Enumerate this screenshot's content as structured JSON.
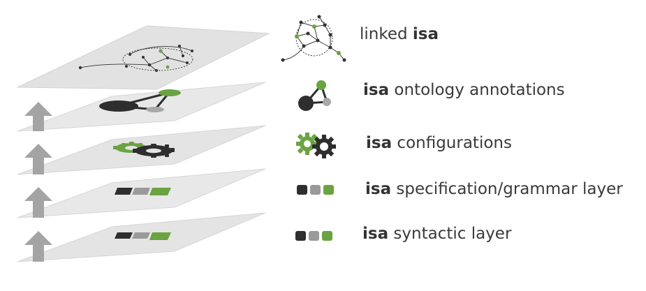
{
  "legend": {
    "items": [
      {
        "key": "linked",
        "bold_before": "",
        "text_before": "linked ",
        "bold": "isa",
        "text_after": ""
      },
      {
        "key": "ontology",
        "bold": "isa",
        "text_after": " ontology annotations"
      },
      {
        "key": "configurations",
        "bold": "isa",
        "text_after": " configurations"
      },
      {
        "key": "specification",
        "bold": "isa",
        "text_after": " specification/grammar layer"
      },
      {
        "key": "syntactic",
        "bold": "isa",
        "text_after": " syntactic layer"
      }
    ]
  },
  "colors": {
    "green": "#6aa341",
    "dark": "#2e2e2e",
    "gray": "#9a9a9a",
    "arrow": "#a3a3a3",
    "layer_fill": "#e6e6e6",
    "layer_edge": "#d3d3d3"
  },
  "icons": [
    "network-icon",
    "ontology-triangle-icon",
    "gears-icon",
    "blocks-icon",
    "blocks-icon"
  ]
}
